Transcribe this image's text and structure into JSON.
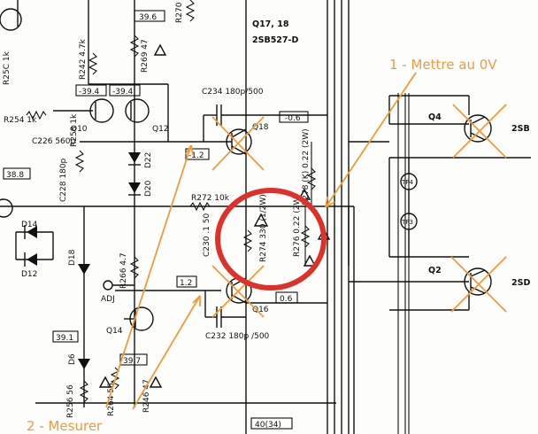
{
  "labels": {
    "q17_18": "Q17, 18",
    "q17_part": "2SB527-D",
    "q18": "Q18",
    "q16": "Q16",
    "q10": "Q10",
    "q12": "Q12",
    "q14": "Q14",
    "q4": "Q4",
    "q2": "Q2",
    "q4_part": "2SB",
    "q2_part": "2SD",
    "tp4": "TP4",
    "tp3": "TP3",
    "r270": "R270",
    "r269": "R269 47",
    "r242": "R242 4.7k",
    "r25c": "R25C 1k",
    "r254": "R254 1k",
    "r258": "R258 1k",
    "c226": "C226 560p",
    "c228": "C228 180p",
    "c234": "C234 180p/500",
    "c230": "C230 .1 50",
    "c232": "C232 180p /500",
    "d22": "D22",
    "d20": "D20",
    "d14": "D14",
    "d12": "D12",
    "d18": "D18",
    "d6": "D6",
    "r272": "R272 10k",
    "r274": "R274 330 (1/2W)",
    "r276": "R276 0.22 (2W)",
    "r278": "R278 (K) 0.22 (2W)",
    "r256": "R256 56",
    "r264": "R264 56",
    "r266": "R266 4.7",
    "adj": "ADJ",
    "r246": "R246 47"
  },
  "values": {
    "v39_6": "39.6",
    "v39_4": "-39.4",
    "v39_4b": "-39.4",
    "v0_6a": "-0.6",
    "v1_2a": "-1.2",
    "v1_2b": "1.2",
    "v0_6b": "0.6",
    "v38_8": "38.8",
    "v39_1": "39.1",
    "v39_7": "39.7",
    "v40_34": "40(34)"
  },
  "annotations": {
    "step1": "1 - Mettre au 0V",
    "step2": "2 - Mesurer"
  },
  "colors": {
    "ink": "#111111",
    "annotation": "#f39a3c",
    "circle": "#e0302a",
    "paper": "#fdfdfb"
  }
}
